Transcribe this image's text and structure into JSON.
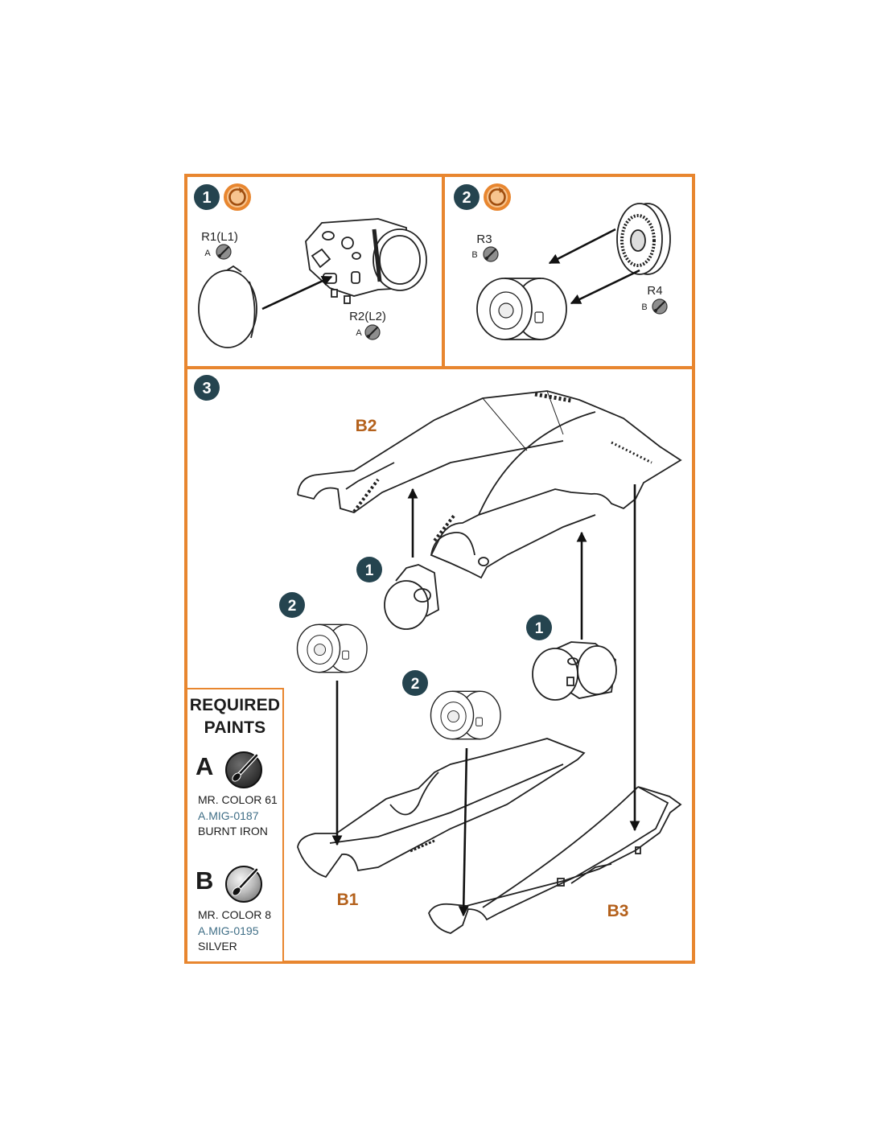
{
  "steps": [
    {
      "number": "1",
      "icon": "rotate-icon"
    },
    {
      "number": "2",
      "icon": "rotate-icon"
    },
    {
      "number": "3"
    }
  ],
  "step1_labels": {
    "r1": "R1(L1)",
    "r1_paint": "A",
    "r2": "R2(L2)",
    "r2_paint": "A"
  },
  "step2_labels": {
    "r3": "R3",
    "r3_paint": "B",
    "r4": "R4",
    "r4_paint": "B"
  },
  "step3_labels": {
    "b2": "B2",
    "b1": "B1",
    "b3": "B3",
    "sub1a": "1",
    "sub1b": "1",
    "sub2a": "2",
    "sub2b": "2"
  },
  "legend": {
    "title_line1": "REQUIRED",
    "title_line2": "PAINTS",
    "paints": [
      {
        "letter": "A",
        "line1": "MR. COLOR 61",
        "code": "A.MIG-0187",
        "name": "BURNT IRON",
        "icon": "brush-dark-icon"
      },
      {
        "letter": "B",
        "line1": "MR. COLOR 8",
        "code": "A.MIG-0195",
        "name": "SILVER",
        "icon": "brush-silver-icon"
      }
    ]
  },
  "colors": {
    "frame": "#e8862f",
    "badge": "#25444f",
    "label": "#b4611c",
    "code": "#3f6e86"
  }
}
